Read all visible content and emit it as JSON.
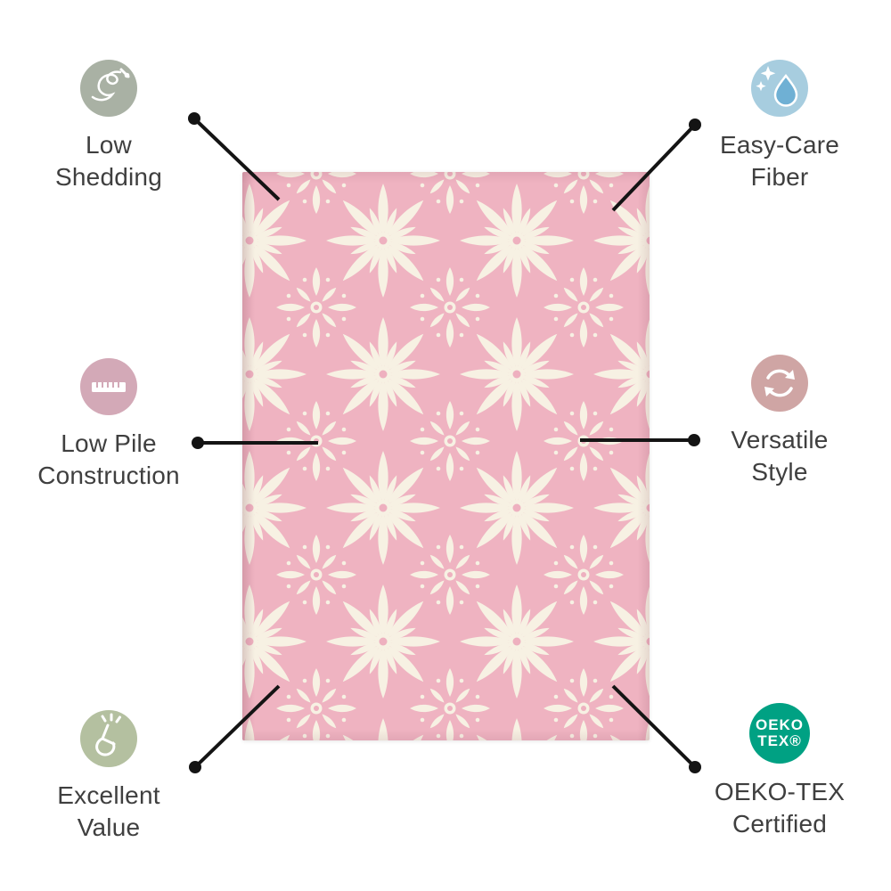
{
  "page": {
    "type": "product-feature-infographic",
    "background": "#ffffff"
  },
  "rug": {
    "description": "Pink area rug with cream floral medallion tile pattern",
    "colors": {
      "base_pink": "#efb3c1",
      "pattern_cream": "#f7f1e3",
      "center_pink": "#eeb0bf"
    }
  },
  "palette": {
    "connector_black": "#141414",
    "label_text": "#3f3f3f",
    "drop_blue": "#6fb0d4",
    "oeko_teal": "#00a183"
  },
  "features": [
    {
      "id": "low-shedding",
      "line1": "Low",
      "line2": "Shedding",
      "icon": "needle-thread-icon",
      "icon_bg": "#a9b1a4"
    },
    {
      "id": "easy-care-fiber",
      "line1": "Easy-Care",
      "line2": "Fiber",
      "icon": "water-drop-sparkles-icon",
      "icon_bg": "#a7cddf"
    },
    {
      "id": "low-pile-construction",
      "line1": "Low Pile",
      "line2": "Construction",
      "icon": "ruler-icon",
      "icon_bg": "#d3a9b7"
    },
    {
      "id": "versatile-style",
      "line1": "Versatile",
      "line2": "Style",
      "icon": "rotating-arrows-icon",
      "icon_bg": "#cfa5a4"
    },
    {
      "id": "excellent-value",
      "line1": "Excellent",
      "line2": "Value",
      "icon": "finger-snap-icon",
      "icon_bg": "#b4c0a0"
    },
    {
      "id": "oeko-tex-certified",
      "line1": "OEKO-TEX",
      "line2": "Certified",
      "icon": "oeko-tex-badge",
      "icon_bg": "#00a183",
      "badge_line1": "OEKO",
      "badge_line2": "TEX®"
    }
  ]
}
